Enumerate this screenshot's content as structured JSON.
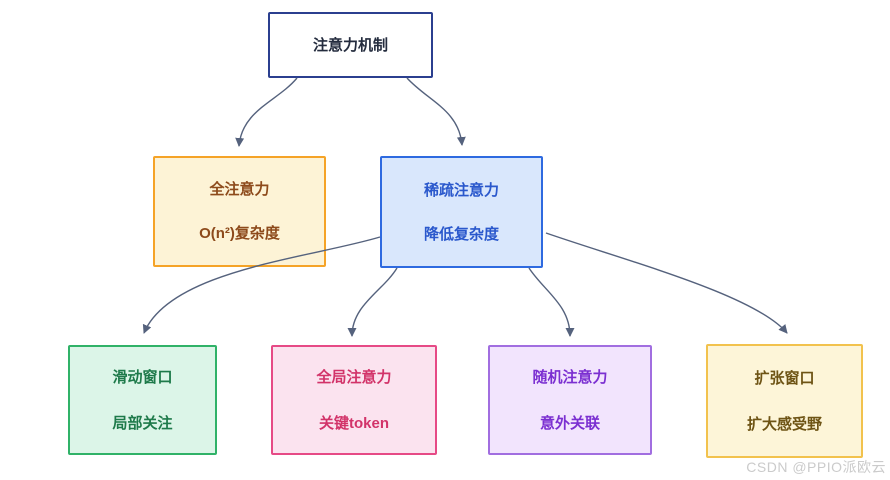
{
  "nodes": {
    "root": {
      "label": "注意力机制"
    },
    "full": {
      "line1": "全注意力",
      "line2": "O(n²)复杂度"
    },
    "sparse": {
      "line1": "稀疏注意力",
      "line2": "降低复杂度"
    },
    "sliding": {
      "line1": "滑动窗口",
      "line2": "局部关注"
    },
    "global": {
      "line1": "全局注意力",
      "line2": "关键token"
    },
    "random": {
      "line1": "随机注意力",
      "line2": "意外关联"
    },
    "dilated": {
      "line1": "扩张窗口",
      "line2": "扩大感受野"
    }
  },
  "edges": [
    {
      "from": "root",
      "to": "full"
    },
    {
      "from": "root",
      "to": "sparse"
    },
    {
      "from": "sparse",
      "to": "sliding"
    },
    {
      "from": "sparse",
      "to": "global"
    },
    {
      "from": "sparse",
      "to": "random"
    },
    {
      "from": "sparse",
      "to": "dilated"
    }
  ],
  "watermark": {
    "text": "CSDN @PPIO派欧云"
  },
  "colors": {
    "canvas_bg": "#ffffff",
    "arrow": "#55627d",
    "watermark_color": "#cbcbcb",
    "root_bg": "#ffffff",
    "root_border": "#2b3f8f",
    "root_text": "#242c3e",
    "full_bg": "#fdf3d6",
    "full_border": "#f5a327",
    "full_text": "#8d4a1b",
    "sparse_bg": "#d9e7fc",
    "sparse_border": "#2e6ae0",
    "sparse_text": "#2a58cc",
    "sliding_bg": "#dcf5e8",
    "sliding_border": "#30b268",
    "sliding_text": "#1e7a4a",
    "global_bg": "#fbe3ef",
    "global_border": "#e64a86",
    "global_text": "#d23369",
    "random_bg": "#f2e4fd",
    "random_border": "#a16ee0",
    "random_text": "#7b2fd1",
    "dilated_bg": "#fdf5d8",
    "dilated_border": "#f2c24d",
    "dilated_text": "#6e5415"
  }
}
